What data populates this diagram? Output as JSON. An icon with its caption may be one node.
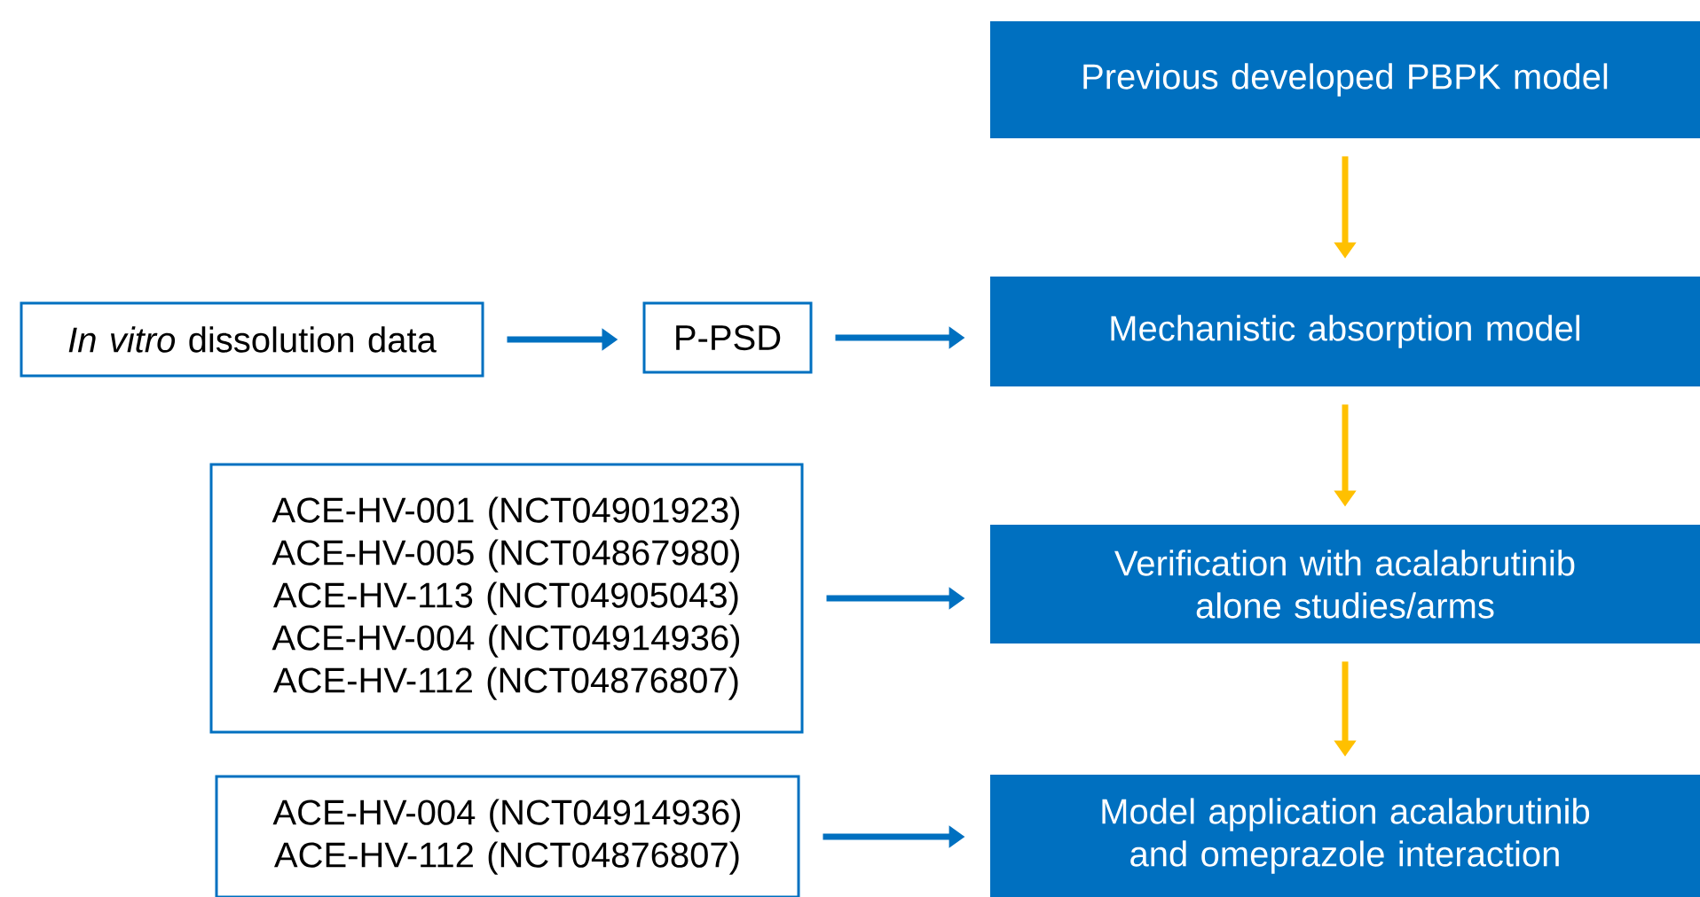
{
  "diagram": {
    "nodes": [
      {
        "text": [
          "Previous developed PBPK model"
        ]
      },
      {
        "text": [
          "*In vitro* dissolution data"
        ]
      },
      {
        "text": [
          "P-PSD"
        ]
      },
      {
        "text": [
          "Mechanistic absorption model"
        ]
      },
      {
        "text": [
          "ACE-HV-001 (NCT04901923) ACE-HV-005 (NCT04867980) ACE-HV-113 (NCT04905043) ACE-HV-004 (NCT04914936) ACE-HV-112 (NCT04876807)"
        ]
      },
      {
        "text": [
          "Verification with acalabrutinib alone studies/arms"
        ]
      },
      {
        "text": [
          "ACE-HV-004 (NCT04914936) ACE-HV-112 (NCT04876807)"
        ]
      },
      {
        "text": [
          "Model application acalabrutinib and omeprazole interaction"
        ]
      }
    ],
    "edges": [
      {
        "from": 0,
        "to": 3,
        "arrow": "to",
        "color": "#ffc000"
      },
      {
        "from": 1,
        "to": 2,
        "arrow": "to"
      },
      {
        "from": 2,
        "to": 3,
        "arrow": "to"
      },
      {
        "from": 3,
        "to": 5,
        "arrow": "to",
        "color": "#ffc000"
      },
      {
        "from": 4,
        "to": 5,
        "arrow": "to"
      },
      {
        "from": 5,
        "to": 7,
        "arrow": "to",
        "color": "#ffc000"
      },
      {
        "from": 6,
        "to": 7,
        "arrow": "to"
      }
    ]
  }
}
